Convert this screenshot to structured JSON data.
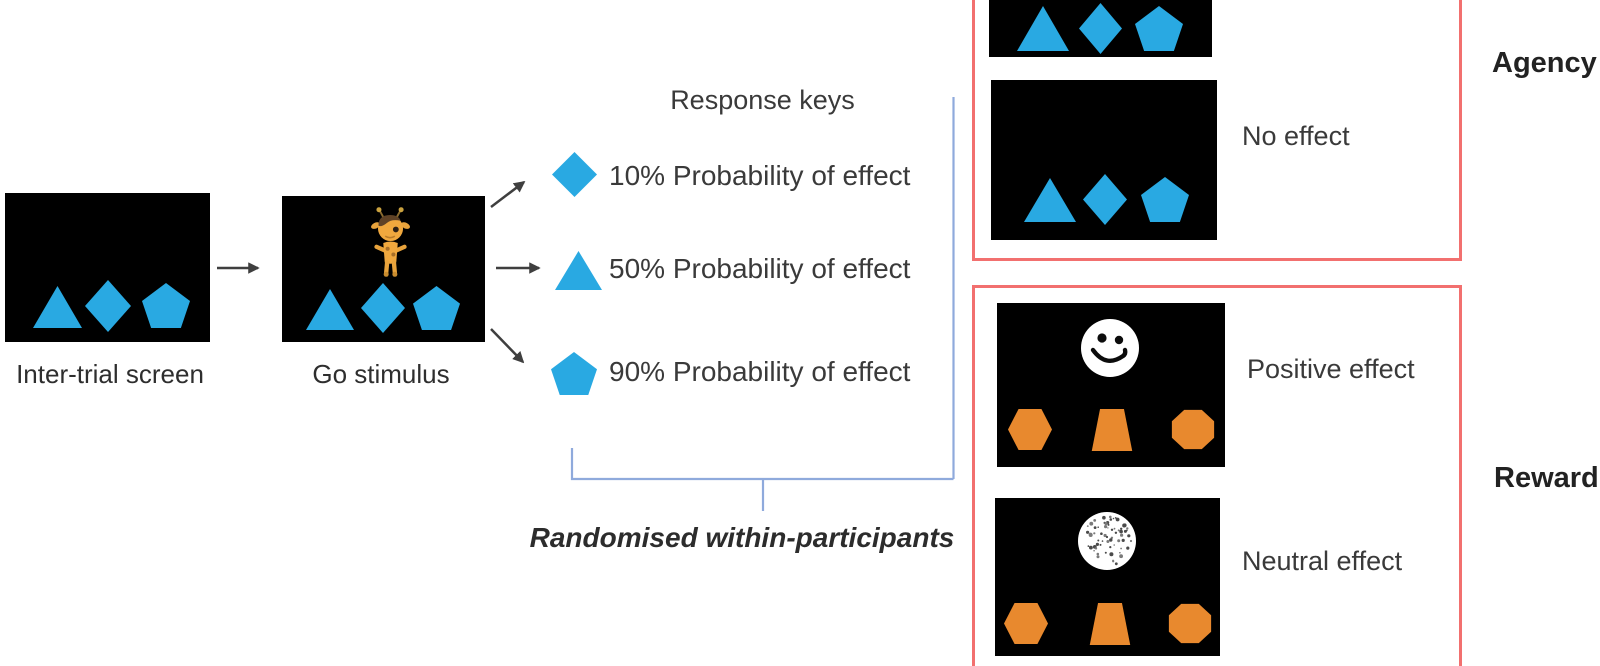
{
  "diagram": {
    "inter_trial": {
      "label": "Inter-trial screen"
    },
    "go_stimulus": {
      "label": "Go stimulus"
    },
    "response_keys": {
      "title": "Response keys",
      "options": [
        {
          "key_shape": "diamond",
          "label": "10% Probability of effect"
        },
        {
          "key_shape": "triangle",
          "label": "50% Probability of effect"
        },
        {
          "key_shape": "pentagon",
          "label": "90% Probability of effect"
        }
      ],
      "note": "Randomised within-participants"
    },
    "agency": {
      "group_label": "Agency",
      "outcome_label": "No effect"
    },
    "reward": {
      "group_label": "Reward",
      "positive_label": "Positive effect",
      "neutral_label": "Neutral effect"
    }
  },
  "icons": {
    "triangle-icon": "blue triangle response key",
    "diamond-icon": "blue diamond response key",
    "pentagon-icon": "blue pentagon response key",
    "hexagon-icon": "orange hexagon key",
    "trapezoid-icon": "orange trapezoid key",
    "octagon-icon": "orange octagon key",
    "giraffe-icon": "cartoon giraffe go stimulus",
    "smiley-face-icon": "white smiley face positive outcome",
    "noise-circle-icon": "white speckled circle neutral outcome",
    "arrow-icon": "flow arrow",
    "bracket-icon": "randomisation bracket"
  },
  "colors": {
    "shape_blue": "#29a9e2",
    "shape_orange": "#e8892e",
    "outline_red": "#f2706f",
    "bracket_blue": "#8faadc",
    "screen_black": "#000000",
    "text_dark": "#3a3a3a"
  }
}
